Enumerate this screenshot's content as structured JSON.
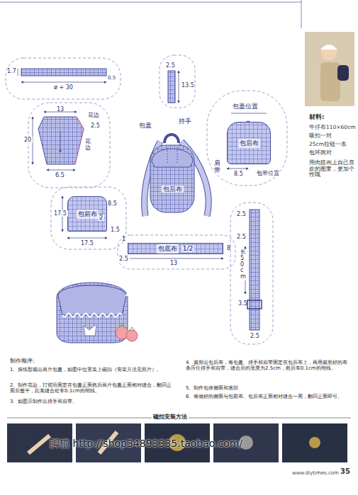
{
  "diagram": {
    "nodes": [
      {
        "text": [
          "包后布"
        ]
      },
      {
        "text": [
          "包前布"
        ]
      },
      {
        "text": [
          "包底布",
          "1/2"
        ]
      }
    ],
    "labels": [
      "1.7",
      "ø + 30",
      "0.5",
      "2.5",
      "13.5",
      "13",
      "花边",
      "2.5",
      "20",
      "花边",
      "6.5",
      "包盖",
      "持手",
      "包后布",
      "肩带",
      "包盖位置",
      "8.5",
      "包带位置",
      "17.5",
      "8.5",
      "2",
      "17.5",
      "1.5",
      "1",
      "2.5",
      "13",
      "8",
      "2.5",
      "2.5",
      "长 50cm",
      "3.5",
      "2.5",
      "材料:",
      "牛仔布110×60cm",
      "吸扣一对",
      "25cm拉链一条",
      "包环两对",
      "用肉路画上自己喜欢的图案，更加个性哦",
      "制作顺序:",
      "1、按纸型裁出两片包盖，如图中位置装上磁扣（安装方法见照片）。",
      "2、制作花边，打褶后固定在包盖正面然后两片包盖正面相对缝合，翻回正面后整平，距离缝合处车0.1cm的明线。",
      "3、如图示制作出持手和肩带。",
      "4、裁剪出包后布，将包盖、持手和肩带固定在包后布上，再用裁剪好的布条压住持手和肩带，缝合后的宽度为2.5cm，然后车0.1cm的明线。",
      "5、制作包体侧面和底部",
      "6、将做好的侧面与包前布、包后布正面相对缝合一周，翻回正面即可。",
      "磁扣安装方法",
      "脚猫 http://shop34893335.taobao.com/",
      "www.diytimes.com",
      "35"
    ]
  }
}
